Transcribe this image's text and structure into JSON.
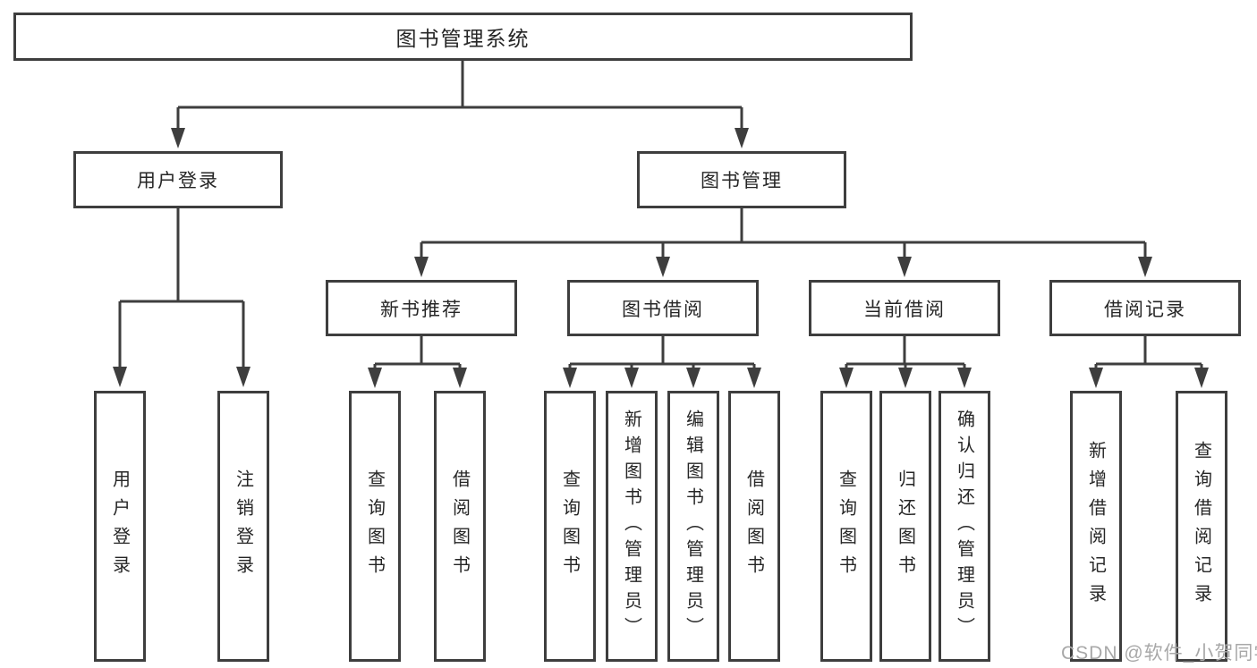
{
  "diagram": {
    "title": "图书管理系统",
    "branches": {
      "user_login": {
        "label": "用户登录",
        "children": [
          "用户登录",
          "注销登录"
        ]
      },
      "book_management": {
        "label": "图书管理",
        "groups": [
          {
            "label": "新书推荐",
            "children": [
              "查询图书",
              "借阅图书"
            ]
          },
          {
            "label": "图书借阅",
            "children": [
              "查询图书",
              "新增图书（管理员）",
              "编辑图书（管理员）",
              "借阅图书"
            ]
          },
          {
            "label": "当前借阅",
            "children": [
              "查询图书",
              "归还图书",
              "确认归还（管理员）"
            ]
          },
          {
            "label": "借阅记录",
            "children": [
              "新增借阅记录",
              "查询借阅记录"
            ]
          }
        ]
      }
    }
  },
  "watermark": {
    "text": "CSDN @软件_小贺同学"
  },
  "colors": {
    "line": "#3e3e3e",
    "box_background": "#ffffff",
    "text": "#262626",
    "watermark": "#a8a8a8",
    "page_background": "#ffffff"
  }
}
